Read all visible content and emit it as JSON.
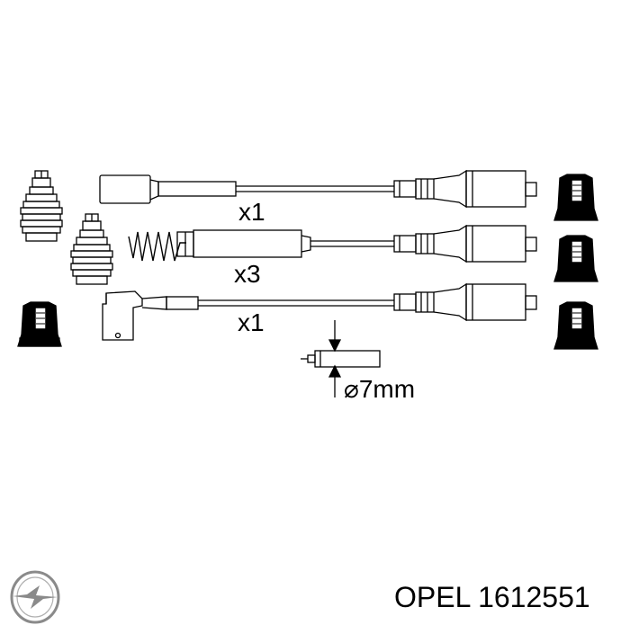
{
  "diagram": {
    "quantity_labels": {
      "top": "x1",
      "middle": "x3",
      "bottom": "x1"
    },
    "diameter_label": "⌀7mm",
    "colors": {
      "ink": "#000000",
      "paper": "#ffffff",
      "logo_gray": "#8a8a8a"
    }
  },
  "caption": {
    "brand": "OPEL",
    "part_number": "1612551"
  },
  "logo": {
    "icon": "opel-blitz-logo-icon"
  }
}
